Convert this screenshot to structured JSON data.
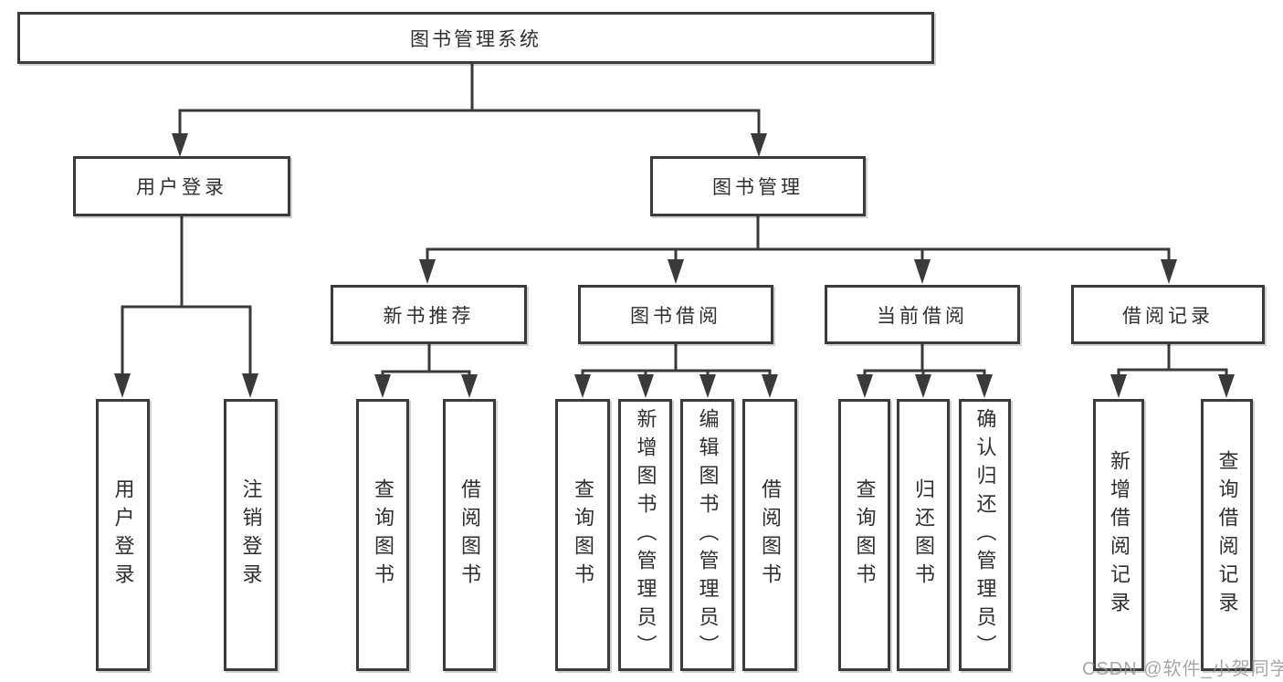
{
  "diagram": {
    "root": {
      "label": "图书管理系统"
    },
    "branches": [
      {
        "label": "用户登录",
        "children": [
          {
            "label": "用户登录"
          },
          {
            "label": "注销登录"
          }
        ]
      },
      {
        "label": "图书管理",
        "children": [
          {
            "label": "新书推荐",
            "children": [
              {
                "label": "查询图书"
              },
              {
                "label": "借阅图书"
              }
            ]
          },
          {
            "label": "图书借阅",
            "children": [
              {
                "label": "查询图书"
              },
              {
                "label": "新增图书（管理员）"
              },
              {
                "label": "编辑图书（管理员）"
              },
              {
                "label": "借阅图书"
              }
            ]
          },
          {
            "label": "当前借阅",
            "children": [
              {
                "label": "查询图书"
              },
              {
                "label": "归还图书"
              },
              {
                "label": "确认归还（管理员）"
              }
            ]
          },
          {
            "label": "借阅记录",
            "children": [
              {
                "label": "新增借阅记录"
              },
              {
                "label": "查询借阅记录"
              }
            ]
          }
        ]
      }
    ]
  },
  "watermark": {
    "text": "CSDN @软件_小贺同学"
  },
  "colors": {
    "line": "#3a3a3a",
    "box_border": "#3b3b3b",
    "text": "#2f2f2f",
    "background": "#ffffff",
    "watermark": "#919191"
  }
}
